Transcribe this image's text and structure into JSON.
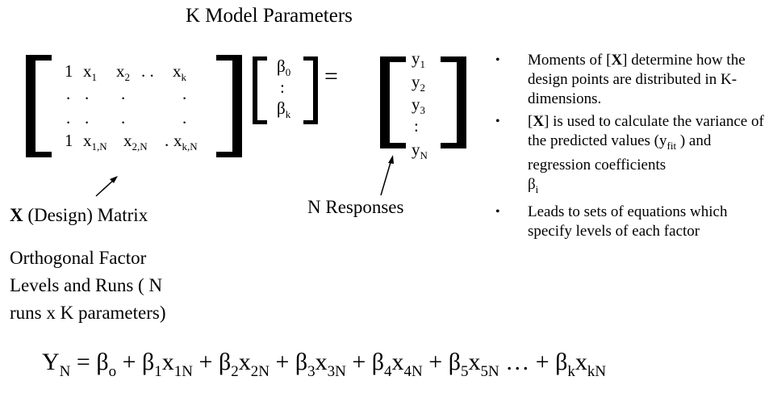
{
  "title": "K Model Parameters",
  "design_matrix": {
    "rows": [
      [
        "1",
        "x",
        "1",
        "x",
        "2",
        ". .",
        "x",
        "k"
      ],
      [
        ".",
        ".",
        "",
        ".",
        "",
        "",
        ".",
        ""
      ],
      [
        ".",
        ".",
        "",
        ".",
        "",
        "",
        ".",
        ""
      ],
      [
        "1",
        "x",
        "1,N",
        "x",
        "2,N",
        ".",
        "x",
        "k,N"
      ]
    ]
  },
  "beta_vector": {
    "top": "β",
    "top_sub": "0",
    "mid": ":",
    "bottom": "β",
    "bottom_sub": "k"
  },
  "equals": "=",
  "response_vector": [
    {
      "base": "y",
      "sub": "1"
    },
    {
      "base": "y",
      "sub": "2"
    },
    {
      "base": "y",
      "sub": "3"
    },
    {
      "base": ":",
      "sub": ""
    },
    {
      "base": "y",
      "sub": "N"
    }
  ],
  "labels": {
    "design_matrix_bold": "X",
    "design_matrix_rest": " (Design) Matrix",
    "orthogonal_line1": "Orthogonal Factor",
    "orthogonal_line2": "Levels and Runs ( N",
    "orthogonal_line3": "runs x K parameters)",
    "responses": "N Responses"
  },
  "bullets": {
    "dot": "•",
    "b1_pre": "Moments of [",
    "b1_bold": "X",
    "b1_post": "] determine how the design points are distributed in K-dimensions.",
    "b2_pre": "[",
    "b2_bold": "X",
    "b2_post": "] is used to calculate  the variance of the predicted values (y",
    "b2_sub": "fit",
    "b2_post2": " ) and regression coefficients",
    "b2_beta": "β",
    "b2_beta_sub": "i",
    "b3": " Leads to sets of equations which specify levels of each factor"
  },
  "formula": {
    "lhs": "Y",
    "lhs_sub": "N",
    "eq": " = ",
    "t0": "β",
    "t0_sub": "o",
    "plus": " + ",
    "t1": "β",
    "t1_sub": "1",
    "x1": "x",
    "x1_sub": "1N",
    "t2": "β",
    "t2_sub": "2",
    "x2": "x",
    "x2_sub": "2N",
    "t3": "β",
    "t3_sub": "3",
    "x3": "x",
    "x3_sub": "3N",
    "t4": "β",
    "t4_sub": "4",
    "x4": "x",
    "x4_sub": "4N",
    "t5": "β",
    "t5_sub": "5",
    "x5": "x",
    "x5_sub": "5N",
    "ellipsis": " … + ",
    "tk": "β",
    "tk_sub": "k",
    "xk": "x",
    "xk_sub": "kN"
  }
}
